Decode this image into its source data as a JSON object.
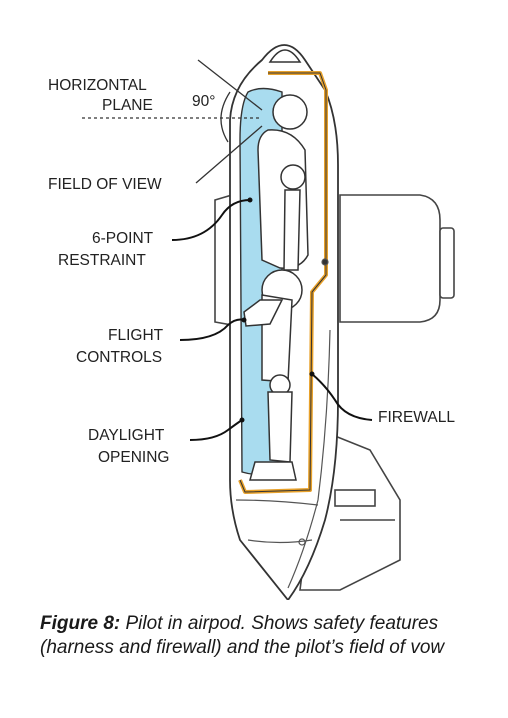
{
  "labels": {
    "horizontal_plane": [
      "HORIZONTAL",
      "PLANE"
    ],
    "angle": "90°",
    "field_of_view": "FIELD OF VIEW",
    "restraint": [
      "6-POINT",
      "RESTRAINT"
    ],
    "flight_controls": [
      "FLIGHT",
      "CONTROLS"
    ],
    "daylight_opening": [
      "DAYLIGHT",
      "OPENING"
    ],
    "firewall": "FIREWALL"
  },
  "caption": {
    "figure_label": "Figure 8:",
    "text": " Pilot in airpod. Shows safety features (harness and firewall) and the pilot’s field of vow"
  },
  "colors": {
    "daylight_fill": "#a9dcef",
    "firewall": "#e8a12a",
    "line": "#333333"
  }
}
